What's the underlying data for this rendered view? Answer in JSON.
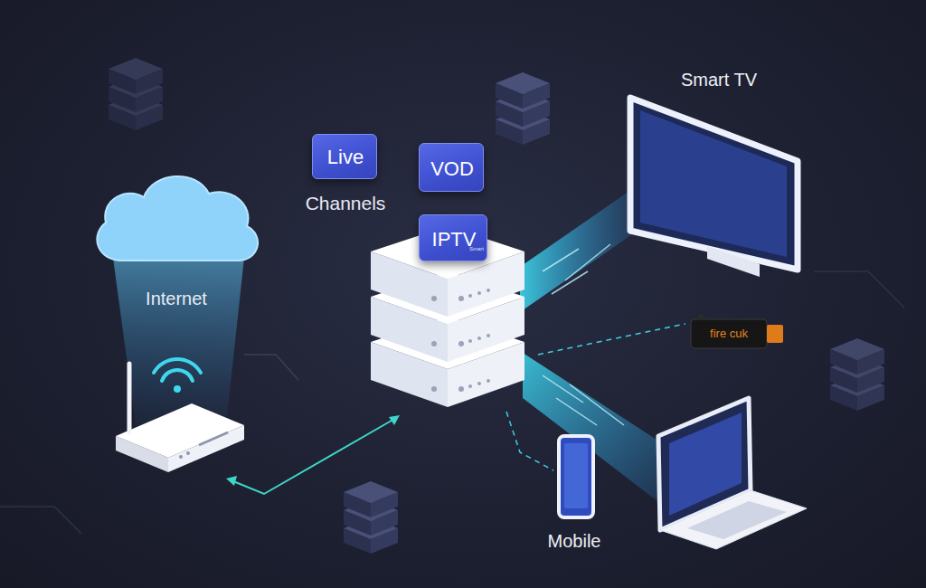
{
  "diagram": {
    "nodes": [
      {
        "text": [
          "Internet"
        ]
      },
      {
        "text": [
          "Live",
          "Channels"
        ]
      },
      {
        "text": [
          "VOD"
        ]
      },
      {
        "text": [
          "Smart TV"
        ]
      },
      {
        "text": [
          "IPTV",
          "Smart"
        ]
      },
      {
        "text": [
          "fire cuk"
        ]
      },
      {
        "text": [
          "Mobile"
        ]
      }
    ]
  }
}
